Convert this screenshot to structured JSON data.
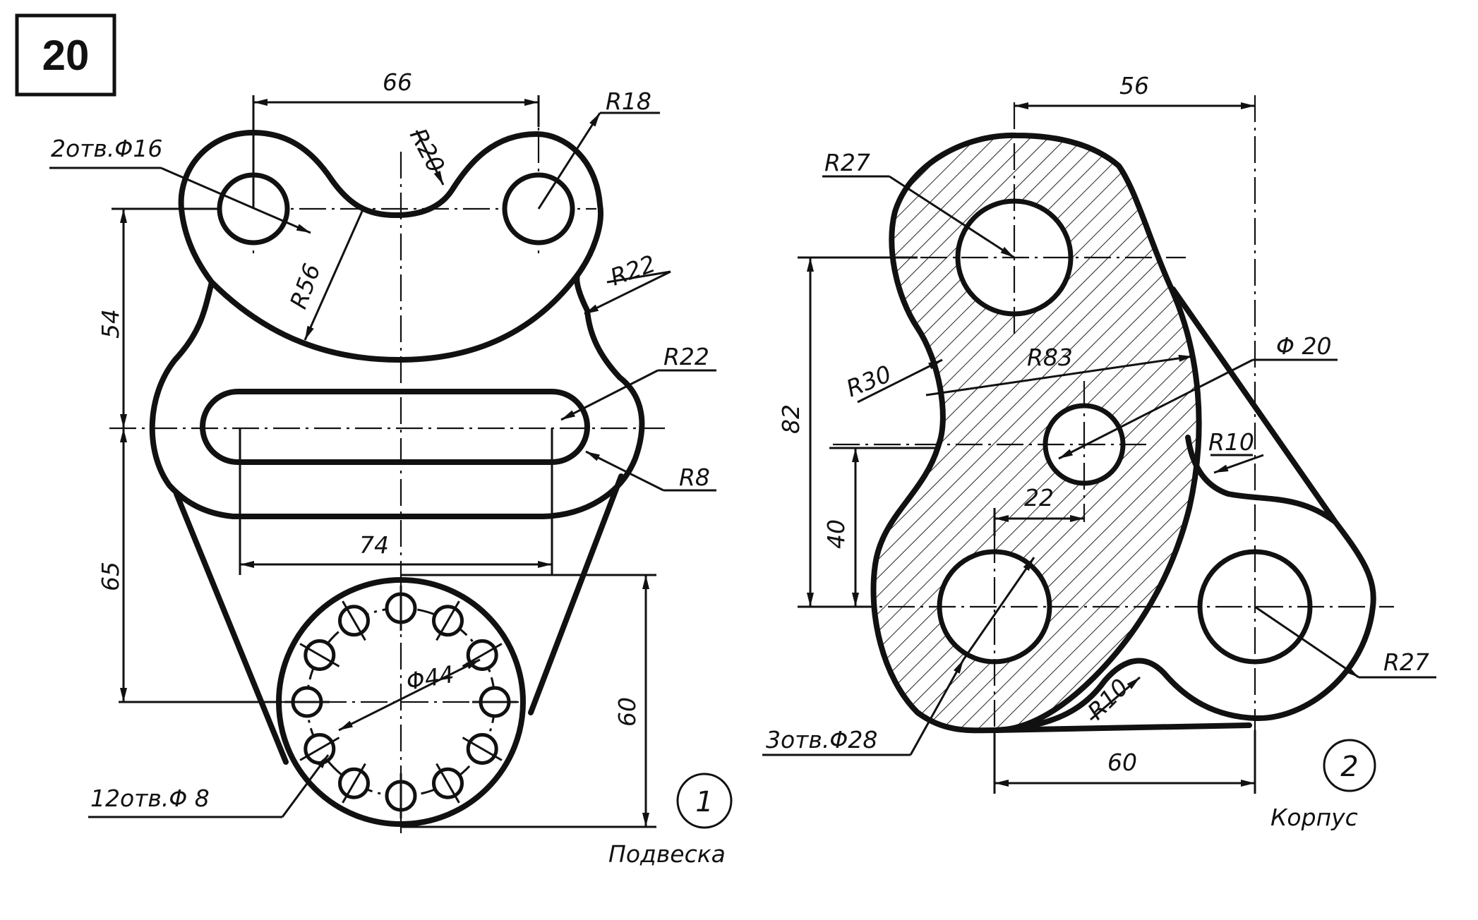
{
  "sheet_number": "20",
  "part1": {
    "number": "1",
    "name": "Подвеска",
    "dims": {
      "d66": "66",
      "r18": "R18",
      "r20": "R20",
      "holes2": "2отв.Φ16",
      "r56": "R56",
      "r22a": "R22",
      "r22b": "R22",
      "r8": "R8",
      "d54": "54",
      "d74": "74",
      "d65": "65",
      "d60": "60",
      "phi44": "Φ44",
      "holes12": "12отв.Φ 8"
    }
  },
  "part2": {
    "number": "2",
    "name": "Корпус",
    "dims": {
      "d56": "56",
      "r27a": "R27",
      "r30": "R30",
      "r83": "R83",
      "phi20": "Φ 20",
      "r10a": "R10",
      "d82": "82",
      "d40": "40",
      "d22": "22",
      "r27b": "R27",
      "r10b": "R10",
      "holes3": "3отв.Φ28",
      "d60": "60"
    }
  }
}
